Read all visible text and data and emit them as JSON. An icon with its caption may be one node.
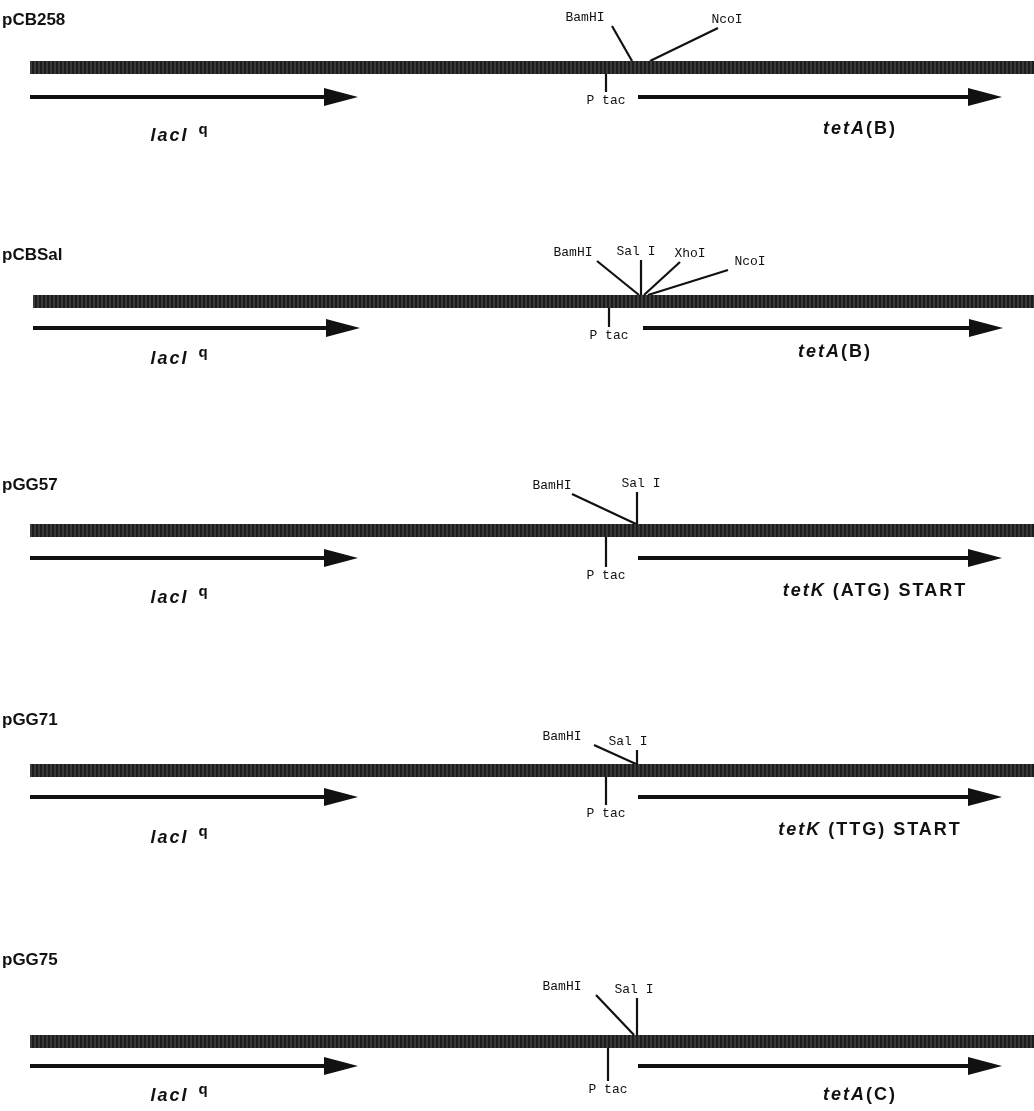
{
  "diagram": {
    "nodes": [
      {
        "text": [
          "BamHI"
        ]
      },
      {
        "text": [
          "NcoI"
        ]
      },
      {
        "text": [],
        "shape": "bar"
      },
      {
        "text": [
          "P tac"
        ]
      },
      {
        "text": [
          "BamHI"
        ]
      },
      {
        "text": [
          "Sal I"
        ]
      },
      {
        "text": [
          "XhoI"
        ]
      },
      {
        "text": [
          "NcoI"
        ]
      },
      {
        "text": [],
        "shape": "bar"
      },
      {
        "text": [
          "P tac"
        ]
      },
      {
        "text": [
          "BamHI"
        ]
      },
      {
        "text": [
          "Sal I"
        ]
      },
      {
        "text": [],
        "shape": "bar"
      },
      {
        "text": [
          "P tac"
        ]
      },
      {
        "text": [
          "BamHI"
        ]
      },
      {
        "text": [
          "Sal I"
        ]
      },
      {
        "text": [],
        "shape": "bar"
      },
      {
        "text": [
          "P tac"
        ]
      },
      {
        "text": [
          "BamHI"
        ]
      },
      {
        "text": [
          "Sal I"
        ]
      },
      {
        "text": [],
        "shape": "bar"
      },
      {
        "text": [
          "P tac"
        ]
      }
    ],
    "edges": [
      {
        "from": 0,
        "to": 2,
        "arrow": "none"
      },
      {
        "from": 1,
        "to": 2,
        "arrow": "none"
      },
      {
        "from": 3,
        "to": 2,
        "arrow": "none"
      },
      {
        "from": 4,
        "to": 8,
        "arrow": "none"
      },
      {
        "from": 5,
        "to": 8,
        "arrow": "none"
      },
      {
        "from": 6,
        "to": 8,
        "arrow": "none"
      },
      {
        "from": 7,
        "to": 8,
        "arrow": "none"
      },
      {
        "from": 9,
        "to": 8,
        "arrow": "none"
      },
      {
        "from": 10,
        "to": 12,
        "arrow": "none"
      },
      {
        "from": 11,
        "to": 12,
        "arrow": "none"
      },
      {
        "from": 13,
        "to": 12,
        "arrow": "none"
      },
      {
        "from": 14,
        "to": 16,
        "arrow": "none"
      },
      {
        "from": 15,
        "to": 16,
        "arrow": "none"
      },
      {
        "from": 17,
        "to": 16,
        "arrow": "none"
      },
      {
        "from": 18,
        "to": 20,
        "arrow": "none"
      },
      {
        "from": 19,
        "to": 20,
        "arrow": "none"
      },
      {
        "from": 21,
        "to": 20,
        "arrow": "none"
      }
    ],
    "labels": [
      "pCB258",
      "*lacI*$^{q}$",
      "*tetA*(B)",
      "pCBSal",
      "*lacI*$^{q}$",
      "*tetA*(B)",
      "pGG57",
      "*lacI*$^{q}$",
      "*tetK* (ATG) START",
      "pGG71",
      "*lacI*$^{q}$",
      "*tetK* (TTG) START",
      "pGG75",
      "*lacI*$^{q}$",
      "*tetA*(C)"
    ]
  }
}
